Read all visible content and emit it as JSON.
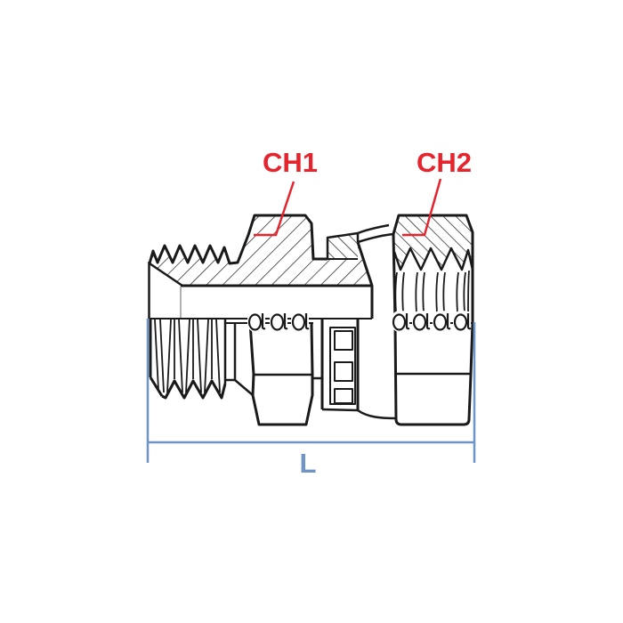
{
  "diagram": {
    "description": "Cross-section technical line drawing of a male x female swivel hydraulic adapter fitting",
    "labels": {
      "ch1": "CH1",
      "ch2": "CH2",
      "length": "L"
    },
    "colors": {
      "line_black": "#1a1a1a",
      "label_red": "#e5242e",
      "dimension_blue": "#6f95c7",
      "detail_gray": "#999999",
      "background": "#ffffff"
    }
  }
}
